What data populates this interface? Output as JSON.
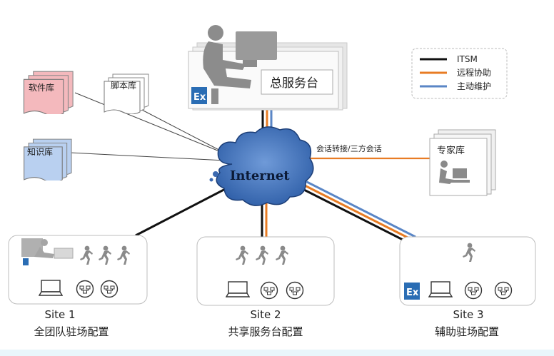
{
  "legend": {
    "items": [
      {
        "label": "ITSM",
        "color": "#111111"
      },
      {
        "label": "远程协助",
        "color": "#e87c24"
      },
      {
        "label": "主动维护",
        "color": "#5a86c6"
      }
    ]
  },
  "center": {
    "internet_label": "Internet",
    "service_desk_label": "总服务台",
    "service_desk_badge": "Ex"
  },
  "libraries": {
    "software": "软件库",
    "script": "脚本库",
    "knowledge": "知识库",
    "expert": "专家库"
  },
  "connection_label": "会话转接/三方会话",
  "sites": [
    {
      "name": "Site 1",
      "desc": "全团队驻场配置"
    },
    {
      "name": "Site 2",
      "desc": "共享服务台配置"
    },
    {
      "name": "Site 3",
      "desc": "辅助驻场配置",
      "badge": "Ex"
    }
  ],
  "colors": {
    "cloud": "#2f5fa8",
    "itsm": "#111111",
    "remote": "#e87c24",
    "proactive": "#5a86c6"
  }
}
